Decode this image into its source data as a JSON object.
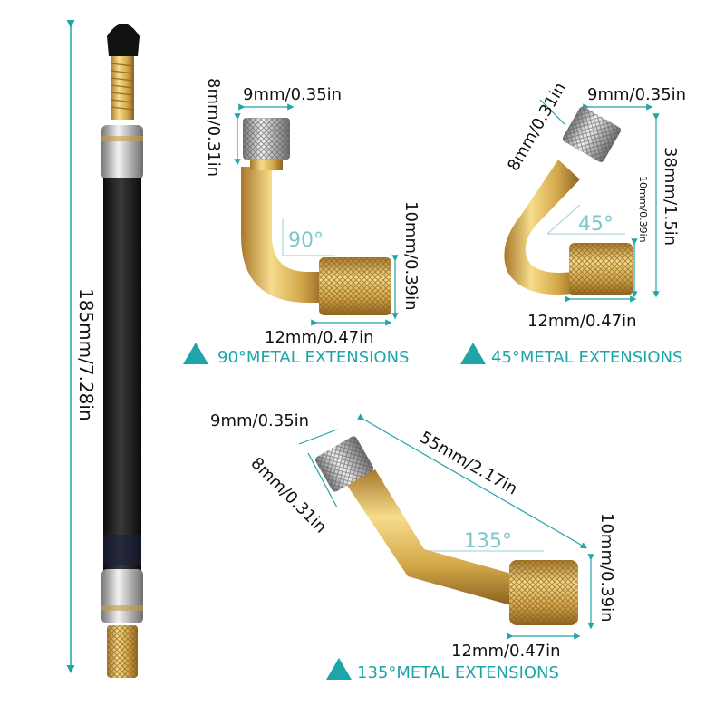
{
  "colors": {
    "accent": "#1fa4a8",
    "brass": "#d4a84a",
    "hose": "#1e1e1e",
    "chrome": "#b8b8b8"
  },
  "hose": {
    "length_label": "185mm/7.28in"
  },
  "ext90": {
    "top_width": "9mm/0.35in",
    "top_height": "8mm/0.31in",
    "angle": "90°",
    "nut_height": "10mm/0.39in",
    "nut_width": "12mm/0.47in",
    "caption": "90°METAL EXTENSIONS"
  },
  "ext45": {
    "top_height": "8mm/0.31in",
    "top_width": "9mm/0.35in",
    "total_height": "38mm/1.5in",
    "nut_height": "10mm/0.39in",
    "angle": "45°",
    "nut_width": "12mm/0.47in",
    "caption": "45°METAL EXTENSIONS"
  },
  "ext135": {
    "top_width": "9mm/0.35in",
    "top_height": "8mm/0.31in",
    "length": "55mm/2.17in",
    "angle": "135°",
    "nut_height": "10mm/0.39in",
    "nut_width": "12mm/0.47in",
    "caption": "135°METAL EXTENSIONS"
  }
}
